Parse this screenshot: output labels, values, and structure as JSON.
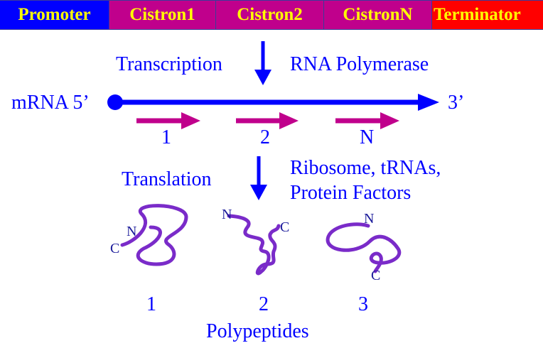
{
  "gene_bar": {
    "promoter": "Promoter",
    "cistron1": "Cistron1",
    "cistron2": "Cistron2",
    "cistronN": "CistronN",
    "terminator": "Terminator"
  },
  "transcription": {
    "step_label": "Transcription",
    "enzyme_label": "RNA Polymerase"
  },
  "mrna": {
    "five_prime_label": "mRNA 5’",
    "three_prime_label": "3’",
    "cistron_labels": [
      "1",
      "2",
      "N"
    ]
  },
  "translation": {
    "step_label": "Translation",
    "factors_line1": "Ribosome, tRNAs,",
    "factors_line2": "Protein Factors"
  },
  "polypeptides": {
    "items": [
      {
        "number": "1",
        "n_label": "N",
        "c_label": "C"
      },
      {
        "number": "2",
        "n_label": "N",
        "c_label": "C"
      },
      {
        "number": "3",
        "n_label": "N",
        "c_label": "C"
      }
    ],
    "caption": "Polypeptides"
  },
  "colors": {
    "blue": "#0000ff",
    "magenta": "#c0008c",
    "yellow": "#ffff00",
    "red": "#ff0000",
    "purple": "#7a2bc9"
  }
}
